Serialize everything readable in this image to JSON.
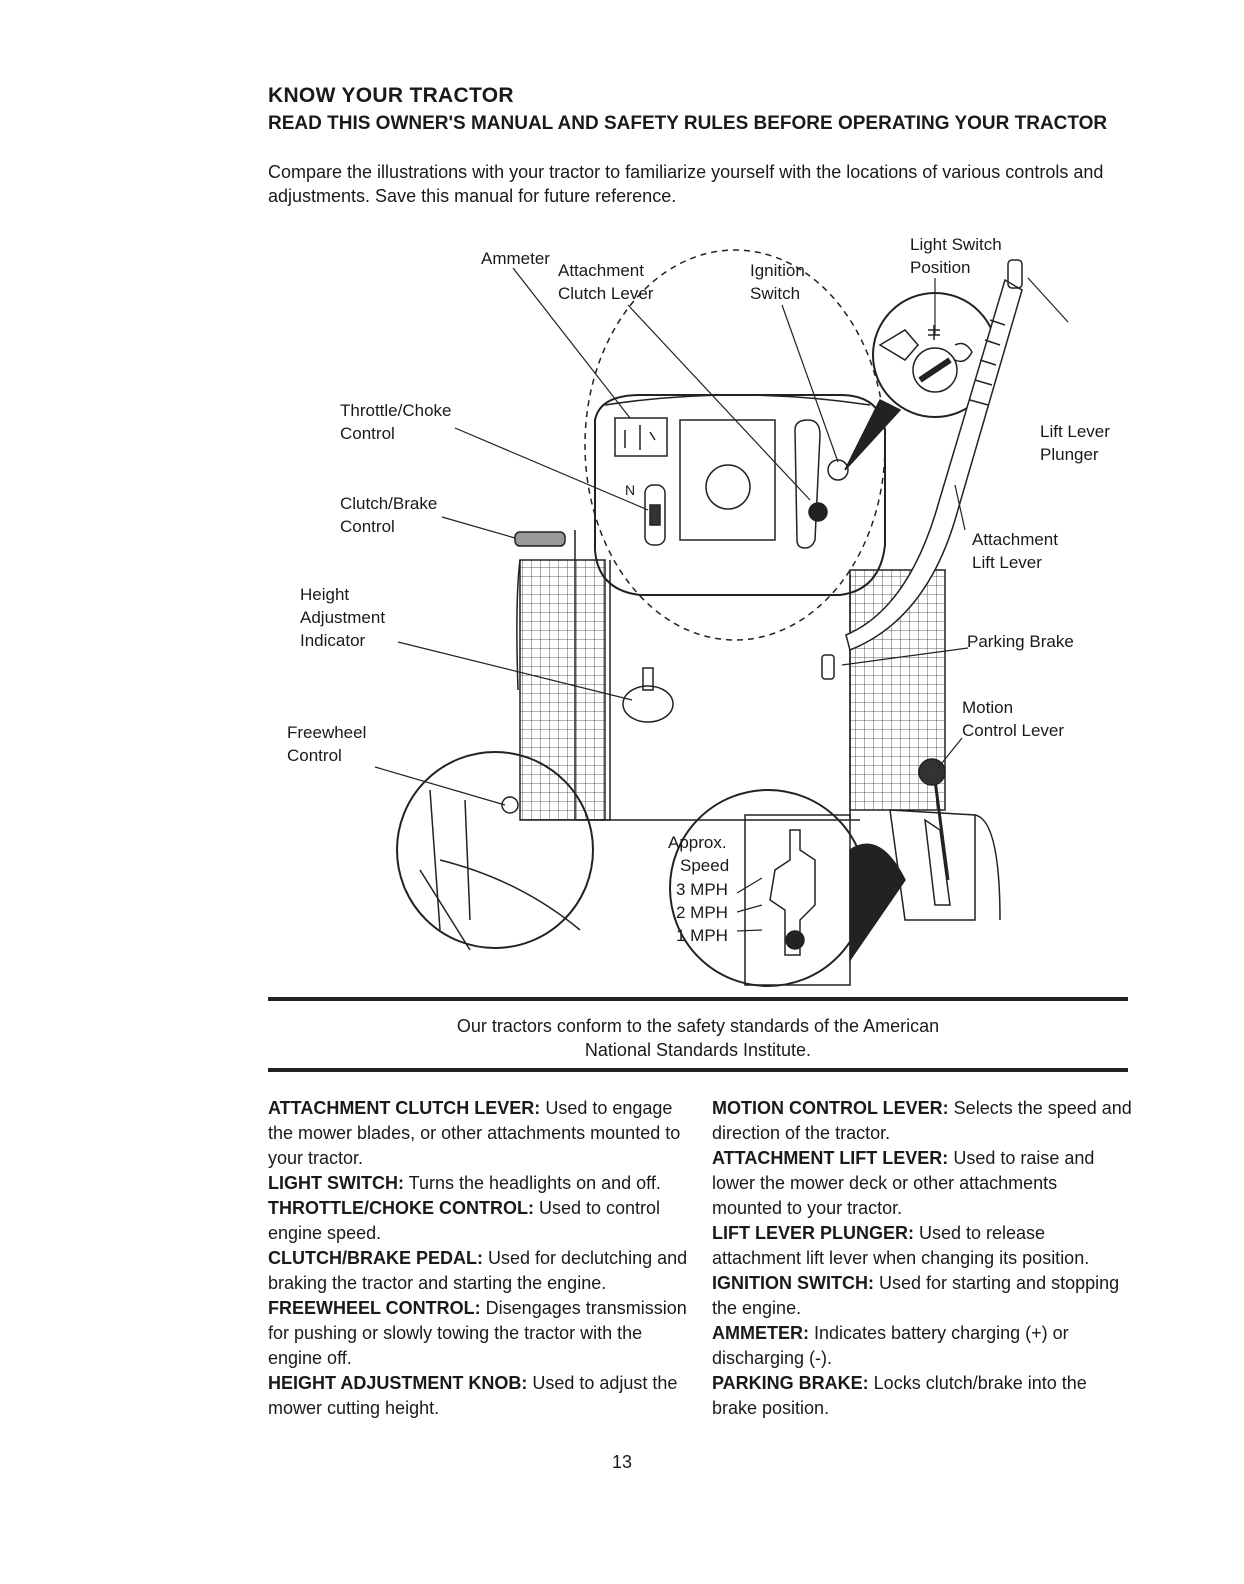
{
  "heading": "KNOW YOUR TRACTOR",
  "subheading": "READ THIS OWNER'S MANUAL AND SAFETY RULES BEFORE OPERATING YOUR TRACTOR",
  "intro": "Compare the illustrations with your tractor to familiarize yourself with the locations of various controls and adjustments. Save this manual for future reference.",
  "callouts": {
    "light_switch_1": "Light Switch",
    "light_switch_2": "Position",
    "attachment_clutch_1": "Attachment",
    "attachment_clutch_2": "Clutch Lever",
    "ignition_1": "Ignition",
    "ignition_2": "Switch",
    "ammeter": "Ammeter",
    "throttle_1": "Throttle/Choke",
    "throttle_2": "Control",
    "clutch_brake_1": "Clutch/Brake",
    "clutch_brake_2": "Control",
    "height_1": "Height",
    "height_2": "Adjustment",
    "height_3": "Indicator",
    "freewheel_1": "Freewheel",
    "freewheel_2": "Control",
    "lift_plunger_1": "Lift Lever",
    "lift_plunger_2": "Plunger",
    "attachment_lift_1": "Attachment",
    "attachment_lift_2": "Lift Lever",
    "parking_brake": "Parking Brake",
    "motion_1": "Motion",
    "motion_2": "Control Lever",
    "speed_1": "Approx.",
    "speed_2": "Speed",
    "speed_3": "3 MPH",
    "speed_4": "2 MPH",
    "speed_5": "1 MPH",
    "n_mark": "N"
  },
  "note_line1": "Our tractors conform to the safety standards of the American",
  "note_line2": "National Standards Institute.",
  "left_items": [
    {
      "term": "ATTACHMENT CLUTCH LEVER:",
      "desc": " Used to engage the mower blades, or other attachments mounted to your tractor."
    },
    {
      "term": "LIGHT SWITCH:",
      "desc": " Turns the headlights on and off."
    },
    {
      "term": "THROTTLE/CHOKE CONTROL:",
      "desc": " Used to control engine speed."
    },
    {
      "term": "CLUTCH/BRAKE PEDAL:",
      "desc": " Used for declutching and braking the tractor and starting the engine."
    },
    {
      "term": "FREEWHEEL CONTROL:",
      "desc": " Disengages transmission for pushing or slowly towing the tractor with the engine off."
    },
    {
      "term": "HEIGHT ADJUSTMENT KNOB:",
      "desc": " Used to adjust the mower cutting height."
    }
  ],
  "right_items": [
    {
      "term": "MOTION CONTROL LEVER:",
      "desc": " Selects the speed and direction of the tractor."
    },
    {
      "term": "ATTACHMENT LIFT LEVER:",
      "desc": " Used to raise and lower the mower deck or other attachments mounted to your tractor."
    },
    {
      "term": "LIFT LEVER PLUNGER:",
      "desc": " Used to release attachment lift lever when changing its position."
    },
    {
      "term": "IGNITION SWITCH:",
      "desc": " Used for starting and stopping the engine."
    },
    {
      "term": "AMMETER:",
      "desc": " Indicates battery charging (+) or discharging (-)."
    },
    {
      "term": "PARKING BRAKE:",
      "desc": " Locks clutch/brake into the brake position."
    }
  ],
  "page_number": "13"
}
